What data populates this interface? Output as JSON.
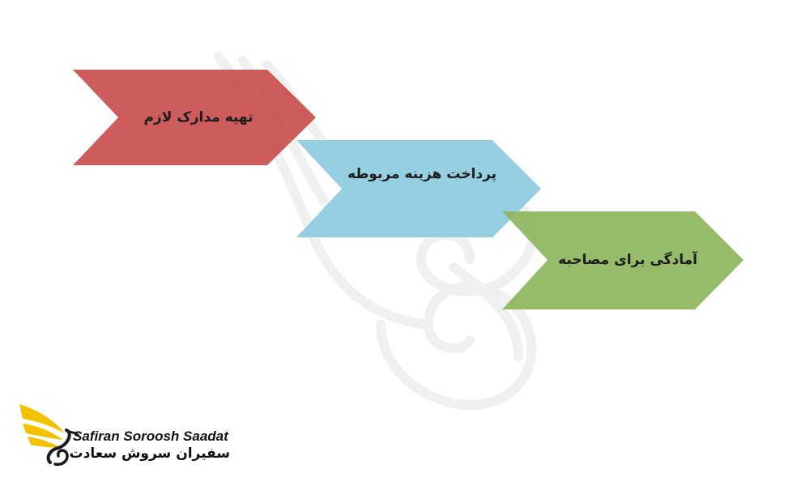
{
  "steps": [
    {
      "label": "تهیه مدارک لازم",
      "color": "#c94f4f"
    },
    {
      "label": "پرداخت هزینه مربوطه",
      "color": "#8ecbe0"
    },
    {
      "label": "آمادگی برای مصاحبه",
      "color": "#8db65c"
    }
  ],
  "brand": {
    "name_en": "Safiran Soroosh Saadat",
    "name_fa": "سفیران سروش سعادت",
    "wing_color": "#f2c200"
  }
}
